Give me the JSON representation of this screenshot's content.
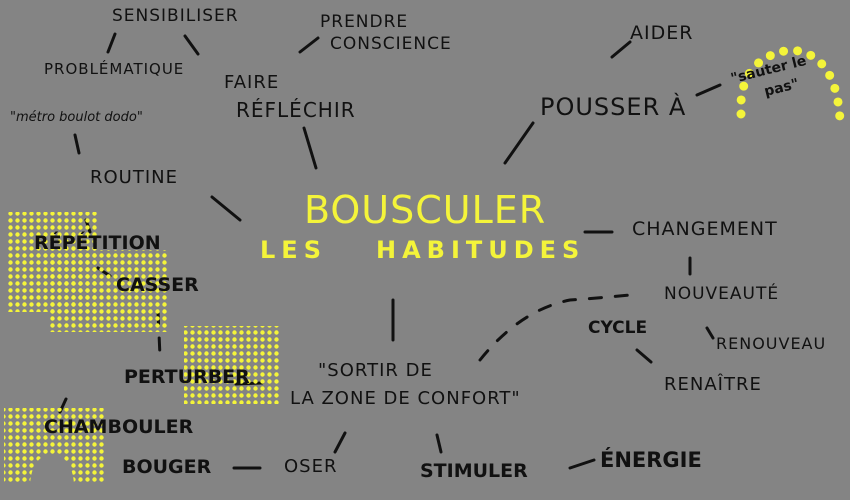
{
  "center": {
    "line1": "BOUSCULER",
    "line2a": "LES",
    "line2b": "HABITUDES"
  },
  "words": {
    "sensibiliser": "SENSIBILISER",
    "prendre_conscience_1": "PRENDRE",
    "prendre_conscience_2": "CONSCIENCE",
    "problematique": "PROBLÉMATIQUE",
    "faire_reflechir_1": "FAIRE",
    "faire_reflechir_2": "RÉFLÉCHIR",
    "metro": "\"métro boulot dodo\"",
    "routine": "ROUTINE",
    "repetition": "RÉPÉTITION",
    "casser": "CASSER",
    "perturber": "PERTURBER",
    "chambouler": "CHAMBOULER",
    "bouger": "BOUGER",
    "oser": "OSER",
    "sortir_1": "\"SORTIR DE",
    "sortir_2": "LA ZONE DE CONFORT\"",
    "stimuler": "STIMULER",
    "energie": "ÉNERGIE",
    "aider": "AIDER",
    "pousser": "POUSSER À",
    "sauter_1": "\"sauter le",
    "sauter_2": "pas\"",
    "changement": "CHANGEMENT",
    "nouveaute": "NOUVEAUTÉ",
    "cycle": "CYCLE",
    "renouveau": "RENOUVEAU",
    "renaitre": "RENAÎTRE"
  },
  "colors": {
    "background": "#848484",
    "ink": "#111111",
    "highlight": "#f4f43a"
  }
}
